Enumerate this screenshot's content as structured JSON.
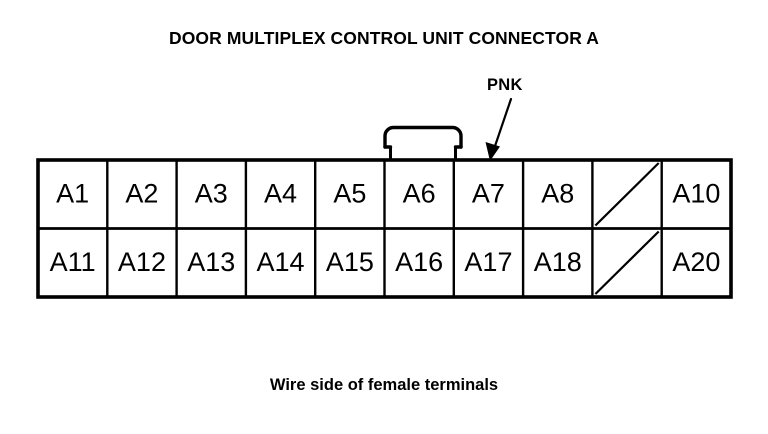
{
  "title": "DOOR MULTIPLEX CONTROL UNIT CONNECTOR A",
  "caption": "Wire side of female terminals",
  "wire_label": "PNK",
  "colors": {
    "ink": "#000000",
    "background": "#ffffff"
  },
  "connector": {
    "name": "Connector A",
    "columns": 10,
    "rows": 2,
    "top_row": [
      {
        "label": "A1",
        "blank": false
      },
      {
        "label": "A2",
        "blank": false
      },
      {
        "label": "A3",
        "blank": false
      },
      {
        "label": "A4",
        "blank": false
      },
      {
        "label": "A5",
        "blank": false
      },
      {
        "label": "A6",
        "blank": false
      },
      {
        "label": "A7",
        "blank": false
      },
      {
        "label": "A8",
        "blank": false
      },
      {
        "label": "",
        "blank": true
      },
      {
        "label": "A10",
        "blank": false
      }
    ],
    "bottom_row": [
      {
        "label": "A11",
        "blank": false
      },
      {
        "label": "A12",
        "blank": false
      },
      {
        "label": "A13",
        "blank": false
      },
      {
        "label": "A14",
        "blank": false
      },
      {
        "label": "A15",
        "blank": false
      },
      {
        "label": "A16",
        "blank": false
      },
      {
        "label": "A17",
        "blank": false
      },
      {
        "label": "A18",
        "blank": false
      },
      {
        "label": "",
        "blank": true
      },
      {
        "label": "A20",
        "blank": false
      }
    ]
  }
}
